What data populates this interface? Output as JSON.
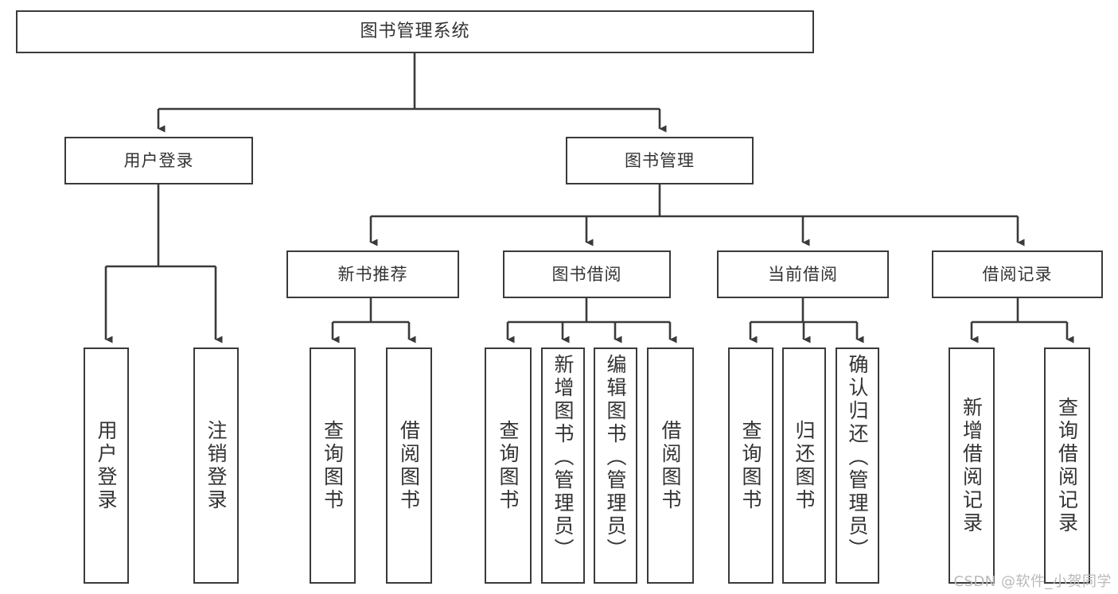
{
  "diagram": {
    "title": "图书管理系统",
    "type": "tree-hierarchy",
    "stroke_color": "#3a3a3a",
    "text_color": "#333333",
    "background_color": "#ffffff",
    "watermark": "CSDN @软件_小贺同学"
  },
  "nodes": {
    "root": {
      "label": "图书管理系统"
    },
    "level2": [
      {
        "id": "user-login",
        "label": "用户登录"
      },
      {
        "id": "book-manage",
        "label": "图书管理"
      }
    ],
    "level3": [
      {
        "id": "new-book-recommend",
        "label": "新书推荐"
      },
      {
        "id": "book-borrow",
        "label": "图书借阅"
      },
      {
        "id": "current-borrow",
        "label": "当前借阅"
      },
      {
        "id": "borrow-record",
        "label": "借阅记录"
      }
    ],
    "leaves": {
      "user-login": [
        {
          "id": "leaf-user-login",
          "label": "用户登录"
        },
        {
          "id": "leaf-logout-login",
          "label": "注销登录"
        }
      ],
      "new-book-recommend": [
        {
          "id": "leaf-query-book-1",
          "label": "查询图书"
        },
        {
          "id": "leaf-borrow-book-1",
          "label": "借阅图书"
        }
      ],
      "book-borrow": [
        {
          "id": "leaf-query-book-2",
          "label": "查询图书"
        },
        {
          "id": "leaf-add-book-admin",
          "label": "新增图书（管理员）"
        },
        {
          "id": "leaf-edit-book-admin",
          "label": "编辑图书（管理员）"
        },
        {
          "id": "leaf-borrow-book-2",
          "label": "借阅图书"
        }
      ],
      "current-borrow": [
        {
          "id": "leaf-query-book-3",
          "label": "查询图书"
        },
        {
          "id": "leaf-return-book",
          "label": "归还图书"
        },
        {
          "id": "leaf-confirm-return-admin",
          "label": "确认归还（管理员）"
        }
      ],
      "borrow-record": [
        {
          "id": "leaf-add-borrow-record",
          "label": "新增借阅记录"
        },
        {
          "id": "leaf-query-borrow-record",
          "label": "查询借阅记录"
        }
      ]
    }
  }
}
